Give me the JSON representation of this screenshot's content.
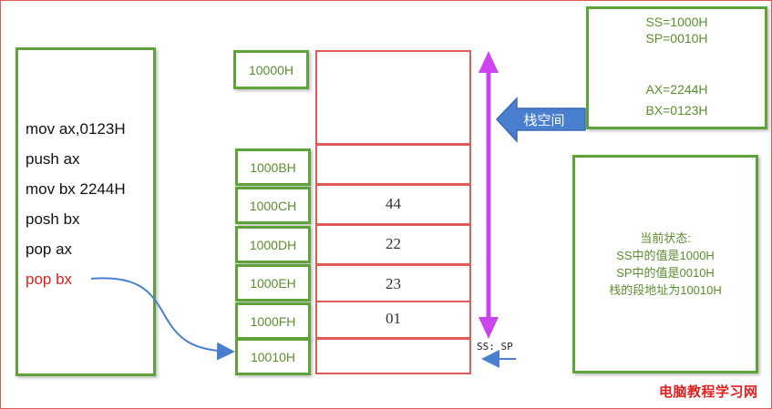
{
  "code": {
    "lines": [
      "mov ax,0123H",
      "push ax",
      "mov bx 2244H",
      "posh bx",
      "pop ax",
      "pop bx"
    ]
  },
  "stack": {
    "top_address": "10000H",
    "rows": [
      {
        "address": "1000BH",
        "value": ""
      },
      {
        "address": "1000CH",
        "value": "44"
      },
      {
        "address": "1000DH",
        "value": "22"
      },
      {
        "address": "1000EH",
        "value": "23"
      },
      {
        "address": "1000FH",
        "value": "01"
      },
      {
        "address": "10010H",
        "value": ""
      }
    ]
  },
  "registers": {
    "ss": "SS=1000H",
    "sp": "SP=0010H",
    "ax": "AX=2244H",
    "bx": "BX=0123H"
  },
  "stack_space_label": "栈空间",
  "pointer_label": "SS: SP",
  "status": {
    "title": "当前状态:",
    "ss_value": "SS中的值是1000H",
    "sp_value": "SP中的值是0010H",
    "segment_address": "栈的段地址为10010H"
  },
  "watermark": "电脑教程学习网",
  "colors": {
    "green_border": "#5fa23a",
    "red_border": "#e05a5a",
    "magenta_arrow": "#cc44ee",
    "blue_arrow": "#4a7fd0",
    "highlight_text": "#e02020"
  }
}
